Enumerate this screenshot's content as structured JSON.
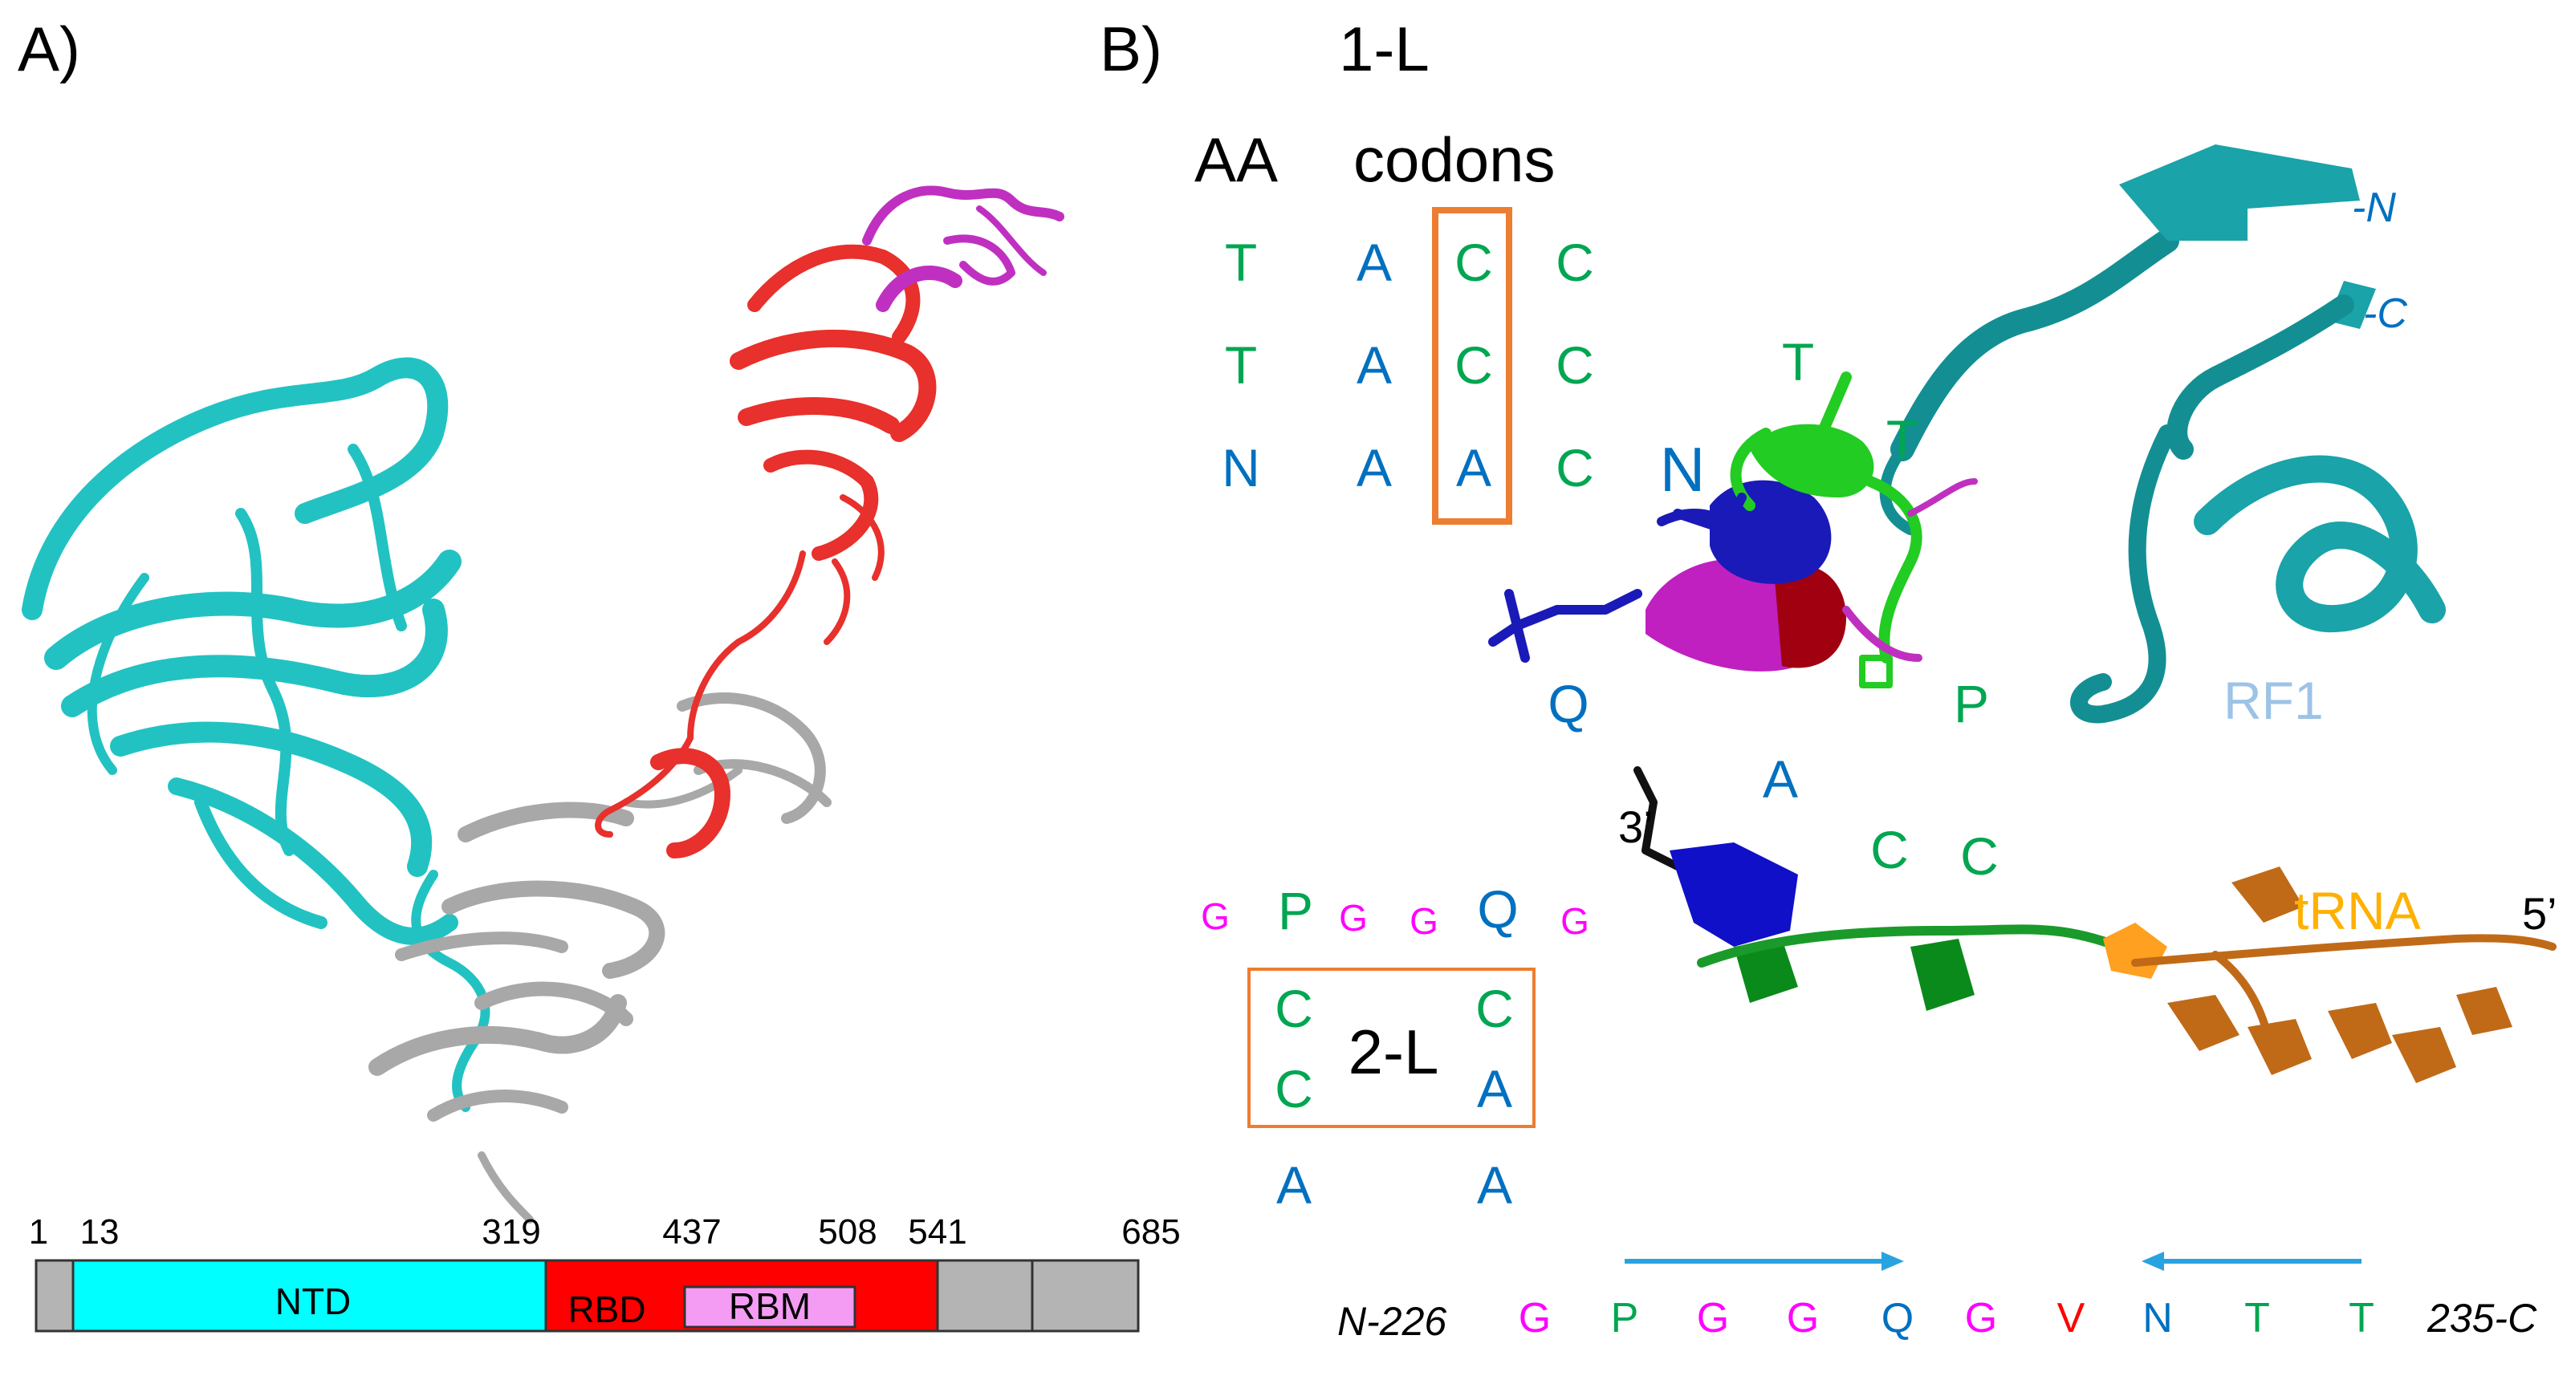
{
  "panel_a": {
    "label": "A)",
    "domain_bar": {
      "tick_labels": [
        "1",
        "13",
        "319",
        "437",
        "508",
        "541",
        "685"
      ],
      "segments": [
        {
          "label": "NTD",
          "color": "#00ffff"
        },
        {
          "label": "RBD",
          "color": "#ff0000"
        },
        {
          "label": "RBM",
          "color": "#f49cf4"
        }
      ],
      "gray_color": "#b4b4b4"
    },
    "structure_colors": {
      "ntd": "#22c2c2",
      "rbd": "#e8302c",
      "rbm": "#c030c0",
      "other": "#a8a8a8"
    }
  },
  "panel_b": {
    "label": "B)",
    "title": "1-L",
    "table": {
      "header_aa": "AA",
      "header_codons": "codons",
      "rows": [
        {
          "aa": "T",
          "codon": [
            "A",
            "C",
            "C"
          ]
        },
        {
          "aa": "T",
          "codon": [
            "A",
            "C",
            "C"
          ]
        },
        {
          "aa": "N",
          "codon": [
            "A",
            "A",
            "C"
          ]
        }
      ]
    },
    "rf1": {
      "label": "RF1",
      "n_term": "-N",
      "c_term": "-C"
    },
    "residue_labels": [
      "T",
      "T",
      "N",
      "Q",
      "P"
    ],
    "trna": {
      "label": "tRNA",
      "end3": "3’",
      "end5": "5’",
      "bases": [
        "A",
        "C",
        "C"
      ]
    },
    "loop2": {
      "top_residues": [
        "G",
        "P",
        "G",
        "G",
        "Q",
        "G"
      ],
      "label": "2-L",
      "left_pair": [
        "C",
        "C"
      ],
      "right_pair": [
        "C",
        "A"
      ],
      "bottom": [
        "A",
        "A"
      ]
    },
    "sequence": {
      "start": "N-226",
      "end": "235-C",
      "residues": [
        "G",
        "P",
        "G",
        "G",
        "Q",
        "G",
        "V",
        "N",
        "T",
        "T"
      ]
    }
  },
  "colors": {
    "green": "#00a651",
    "blue": "#0070c0",
    "magenta": "#ff00ff",
    "red": "#ff0000",
    "orange": "#ed7d31",
    "trna_orange": "#ffb000",
    "rf1_light": "#9dc3e6",
    "arrow_blue": "#29a3e0"
  }
}
